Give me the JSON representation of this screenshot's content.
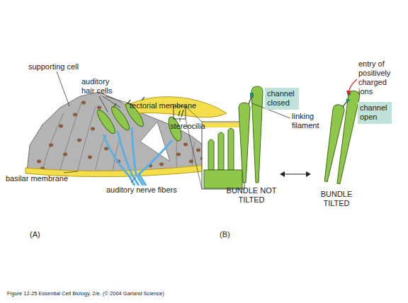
{
  "diagram": {
    "caption": "Figure 12-25 Essential Cell Biology, 2/e. (© 2004 Garland Science)",
    "nodes": [
      {
        "text": [
          "channel closed"
        ]
      },
      {
        "text": [
          "channel open"
        ]
      }
    ],
    "labels": [
      "supporting cell",
      "auditory hair cells",
      "tectorial membrane",
      "stereocilia",
      "basilar membrane",
      "auditory nerve fibers",
      "(A)",
      "linking filament",
      "BUNDLE NOT TILTED",
      "entry of positively charged ions",
      "BUNDLE TILTED",
      "(B)"
    ]
  }
}
